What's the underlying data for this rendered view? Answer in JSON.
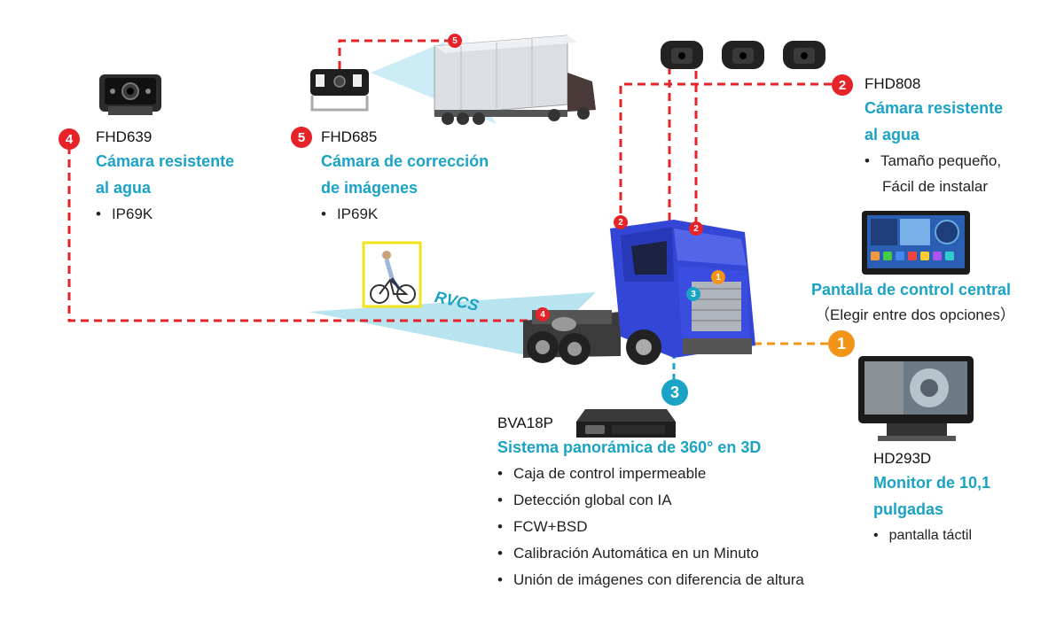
{
  "rvcs_label": "RVCS",
  "components": {
    "fhd639": {
      "number": "4",
      "model": "FHD639",
      "title": [
        "Cámara resistente",
        "al agua"
      ],
      "bullets": [
        "IP69K"
      ],
      "badge_color": "#e52328",
      "icon": "rear-camera-icon"
    },
    "fhd685": {
      "number": "5",
      "model": "FHD685",
      "title": [
        "Cámara de corrección",
        "de imágenes"
      ],
      "bullets": [
        "IP69K"
      ],
      "badge_color": "#e52328",
      "icon": "correction-camera-icon"
    },
    "fhd808": {
      "number": "2",
      "model": "FHD808",
      "title": [
        "Cámara resistente",
        "al agua"
      ],
      "bullets": [
        "Tamaño pequeño,"
      ],
      "bullet_cont": "Fácil de instalar",
      "badge_color": "#e52328",
      "icon": "mini-camera-icon"
    },
    "central_screen": {
      "title": "Pantalla de control central",
      "note": "（Elegir entre dos opciones）",
      "icon": "head-unit-icon"
    },
    "hd293d": {
      "number": "1",
      "model": "HD293D",
      "title": [
        "Monitor de 10,1",
        "pulgadas"
      ],
      "bullets": [
        "pantalla táctil"
      ],
      "badge_color": "#f29417",
      "icon": "monitor-icon"
    },
    "bva18p": {
      "number": "3",
      "model": "BVA18P",
      "title": "Sistema panorámica de 360° en 3D",
      "bullets": [
        "Caja de control impermeable",
        "Detección global con IA",
        "FCW+BSD",
        "Calibración Automática en un Minuto",
        "Unión de imágenes con diferencia de altura"
      ],
      "badge_color": "#1aa3c4",
      "icon": "control-box-icon"
    }
  },
  "colors": {
    "red_line": "#e52328",
    "orange_line": "#f29417",
    "teal_line": "#1aa3c4",
    "truck_blue": "#3346d6"
  }
}
